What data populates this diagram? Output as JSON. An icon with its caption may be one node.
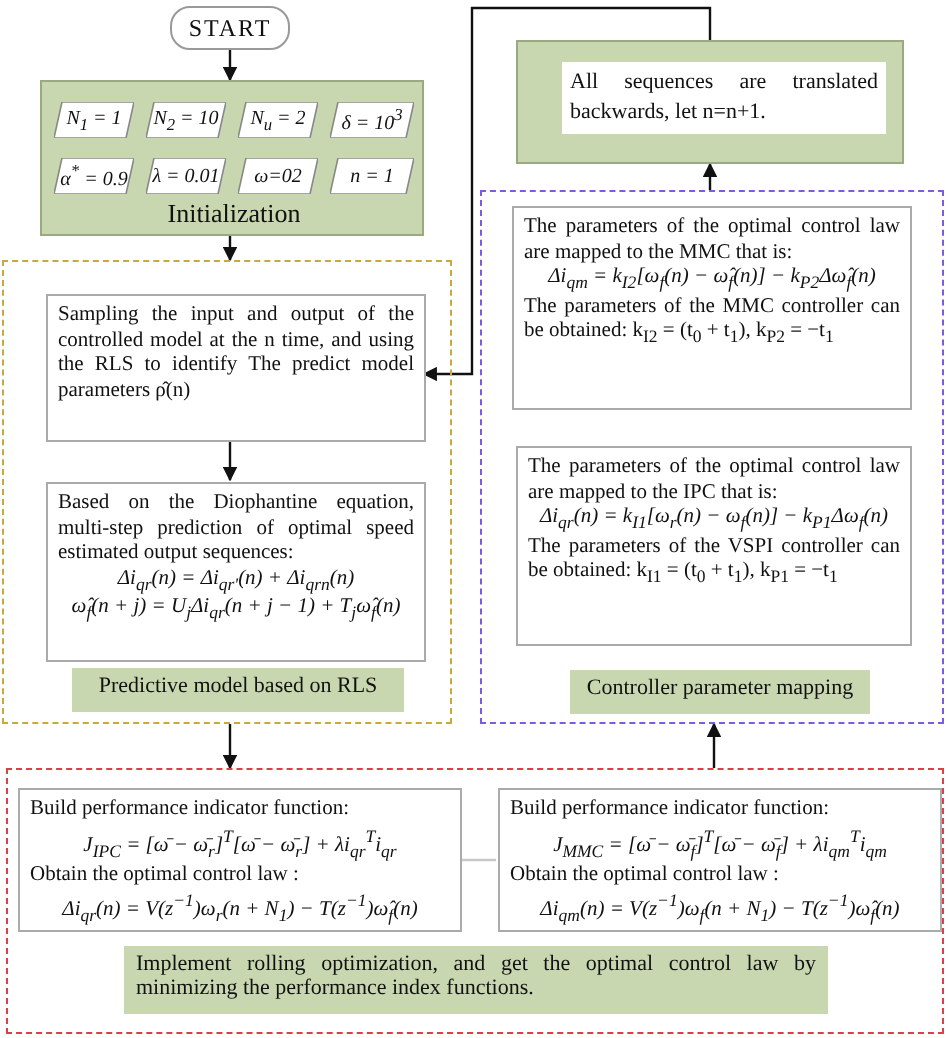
{
  "diagram": {
    "nodes": [
      {
        "text": [
          "START"
        ]
      },
      {
        "text": [
          "Initialization"
        ]
      },
      {
        "text": [
          "N$_{1}$ = 1"
        ],
        "in": 1
      },
      {
        "text": [
          "N$_{2}$ = 10"
        ],
        "in": 1
      },
      {
        "text": [
          "N$_{u}$ = 2"
        ],
        "in": 1
      },
      {
        "text": [
          "δ = 10$^{3}$"
        ],
        "in": 1
      },
      {
        "text": [
          "α$^{*}$ = 0.9"
        ],
        "in": 1
      },
      {
        "text": [
          "λ = 0.01"
        ],
        "in": 1
      },
      {
        "text": [
          "ω=02"
        ],
        "in": 1
      },
      {
        "text": [
          "n = 1"
        ],
        "in": 1
      },
      {
        "text": [
          "Predictive model based on RLS"
        ]
      },
      {
        "text": [
          "Sampling the input and output of the controlled model at the n time, and using the RLS to identify The predict model parameters ρ̂(n)"
        ],
        "in": 10
      },
      {
        "text": [
          "Based on the Diophantine equation, multi-step prediction of optimal speed estimated output sequences:",
          "Δi$_{qr}$(n) = Δi$_{qr'}$(n) + Δi$_{qrn}$(n)",
          "ω̂$_{f}$(n + j) = U$_{j}$Δi$_{qr}$(n + j − 1) + T$_{j}$ω̂$_{f}$(n)"
        ],
        "in": 10
      },
      {
        "text": [
          "All sequences are translated backwards, let n=n+1."
        ]
      },
      {
        "text": [
          "Controller parameter mapping"
        ]
      },
      {
        "text": [
          "The parameters of the optimal control law are mapped to the MMC that is:",
          "Δi$_{qm}$ = k$_{I2}$[ω$_{f}$(n) − ω̂$_{f}$(n)] − k$_{P2}$Δω̂$_{f}$(n)",
          "The parameters of the MMC controller can be obtained: k$_{I2}$ = (t$_{0}$ + t$_{1}$), k$_{P2}$ = −t$_{1}$"
        ],
        "in": 14
      },
      {
        "text": [
          "The parameters of the optimal control law are mapped to the IPC that is:",
          "Δi$_{qr}$(n) = k$_{I1}$[ω$_{r}$(n) − ω$_{f}$(n)] − k$_{P1}$Δω$_{f}$(n)",
          "The parameters of the VSPI controller can be obtained: k$_{I1}$ = (t$_{0}$ + t$_{1}$), k$_{P1}$ = −t$_{1}$"
        ],
        "in": 14
      },
      {
        "text": [
          "Implement rolling optimization, and get the optimal control law by minimizing the performance index functions."
        ]
      },
      {
        "text": [
          "Build performance indicator function:",
          "J$_{IPC}$ = [ω̄ − ω̄$_{r}$]$^{T}$[ω̄ − ω̄$_{r}$] + λi$_{qr}$$^{T}$i$_{qr}$",
          "Obtain the optimal control law :",
          "Δi$_{qr}$(n) = V(z$^{−1}$)ω$_{r}$(n + N$_{1}$) − T(z$^{−1}$)ω̂$_{f}$(n)"
        ],
        "in": 17
      },
      {
        "text": [
          "Build performance indicator function:",
          "J$_{MMC}$ = [ω̄ − ω̄$_{f}$]$^{T}$[ω̄ − ω̄$_{f}$] + λi$_{qm}$$^{T}$i$_{qm}$",
          "Obtain the optimal control law :",
          "Δi$_{qm}$(n) = V(z$^{−1}$)ω$_{f}$(n + N$_{1}$) − T(z$^{−1}$)ω̂$_{f}$(n)"
        ],
        "in": 17
      }
    ],
    "edges": [
      {
        "from": 0,
        "to": 1,
        "arrow": "to"
      },
      {
        "from": 1,
        "to": 10,
        "arrow": "to"
      },
      {
        "from": 11,
        "to": 12,
        "arrow": "to"
      },
      {
        "from": 10,
        "to": 17,
        "arrow": "to"
      },
      {
        "from": 17,
        "to": 14,
        "arrow": "to"
      },
      {
        "from": 14,
        "to": 13,
        "arrow": "to"
      },
      {
        "from": 13,
        "to": 11,
        "arrow": "to"
      },
      {
        "from": 18,
        "to": 19,
        "arrow": "none",
        "color": "#c8c8c8"
      }
    ]
  }
}
